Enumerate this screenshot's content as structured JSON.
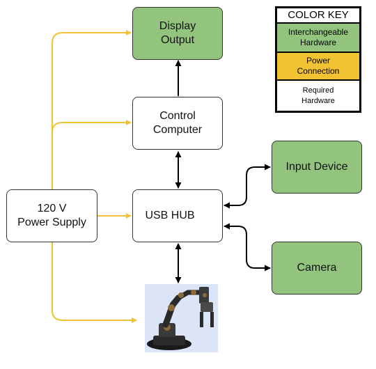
{
  "nodes": {
    "display_output": "Display\nOutput",
    "control_computer": "Control\nComputer",
    "usb_hub": "USB HUB",
    "power_supply": "120 V\nPower Supply",
    "input_device": "Input Device",
    "camera": "Camera"
  },
  "color_key": {
    "title": "COLOR KEY",
    "interchangeable": "Interchangeable\nHardware",
    "power": "Power\nConnection",
    "required": "Required\nHardware"
  },
  "colors": {
    "interchangeable_green": "#92c47d",
    "power_yellow": "#f1c232",
    "power_line": "#f1c232",
    "data_line": "#000000"
  },
  "icons": {
    "robot_arm": "robotic-arm-image"
  }
}
